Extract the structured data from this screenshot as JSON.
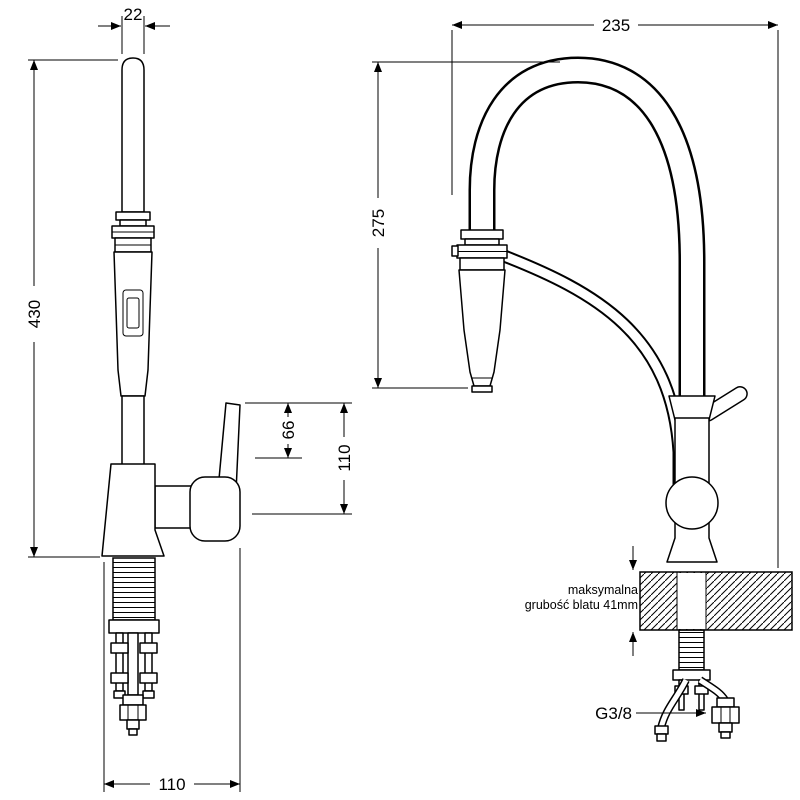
{
  "colors": {
    "line": "#000000",
    "background": "#ffffff"
  },
  "left_view": {
    "dim_spout_width": "22",
    "dim_total_height": "430",
    "dim_handle_height": "66",
    "dim_handle_offset": "110",
    "dim_base_width": "110"
  },
  "right_view": {
    "dim_total_width": "235",
    "dim_spout_drop": "275",
    "counter_note_line1": "maksymalna",
    "counter_note_line2": "grubość blatu 41mm",
    "thread_size": "G3/8"
  }
}
